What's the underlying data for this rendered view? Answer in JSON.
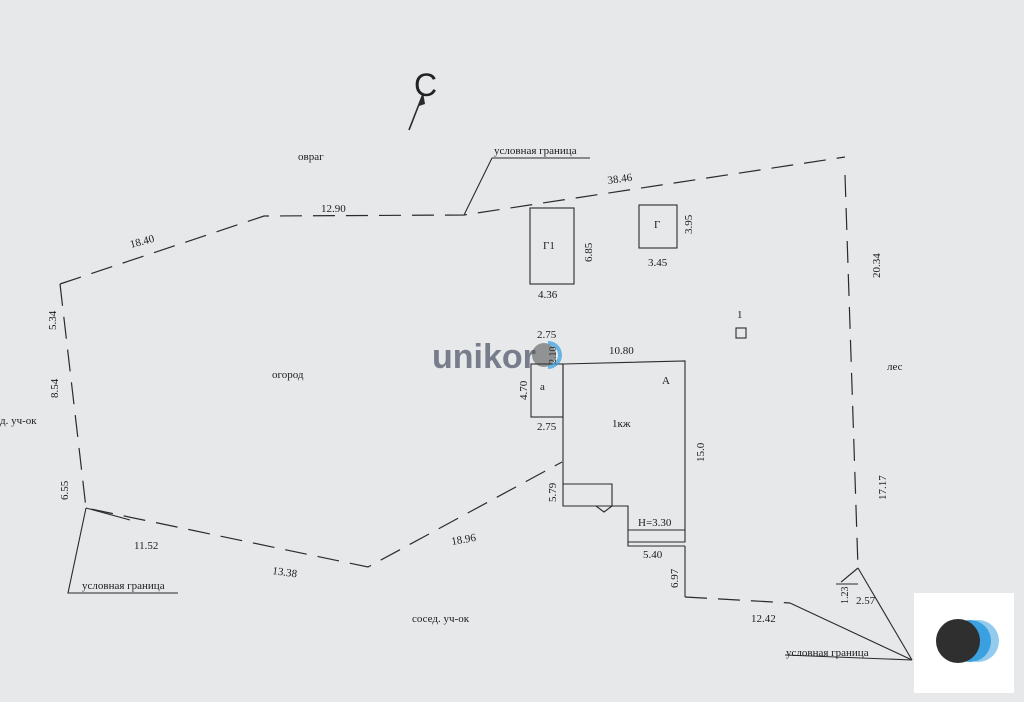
{
  "plan": {
    "north_label": "С",
    "watermark_text": "unikor",
    "areas": {
      "ravine": "овраг",
      "garden": "огород",
      "forest": "лес",
      "neighbor_left": "д. уч-ок",
      "neighbor_bottom": "сосед. уч-ок"
    },
    "conditional_border": "условная граница",
    "buildings": {
      "g1": "Г1",
      "g": "Г",
      "a_small": "а",
      "a_main": "А",
      "residential": "1кж",
      "height": "Н=3.30",
      "marker": "1"
    },
    "dimensions": {
      "d_12_90": "12.90",
      "d_38_46": "38.46",
      "d_18_40": "18.40",
      "d_5_34": "5.34",
      "d_8_54": "8.54",
      "d_6_55": "6.55",
      "d_11_52": "11.52",
      "d_13_38": "13.38",
      "d_18_96": "18.96",
      "d_5_79": "5.79",
      "d_6_97": "6.97",
      "d_12_42": "12.42",
      "d_1_23": "1.23",
      "d_2_57": "2.57",
      "d_17_17": "17.17",
      "d_20_34": "20.34",
      "d_6_85": "6.85",
      "d_4_36": "4.36",
      "d_3_95": "3.95",
      "d_3_45": "3.45",
      "d_2_75_top": "2.75",
      "d_2_75_bottom": "2.75",
      "d_10_80": "10.80",
      "d_4_70": "4.70",
      "d_15_0": "15.0",
      "d_5_40": "5.40",
      "d_2_10": "2.10"
    }
  },
  "colors": {
    "paper": "#e6e8ea",
    "ink": "#2b2b2b",
    "watermark_accent": "#3aa0e0",
    "logo_dark": "#2f2f2f",
    "logo_blue": "#3aa0e0"
  },
  "icons": {
    "north_arrow": "north-arrow-icon",
    "logo": "unikor-logo-icon"
  }
}
